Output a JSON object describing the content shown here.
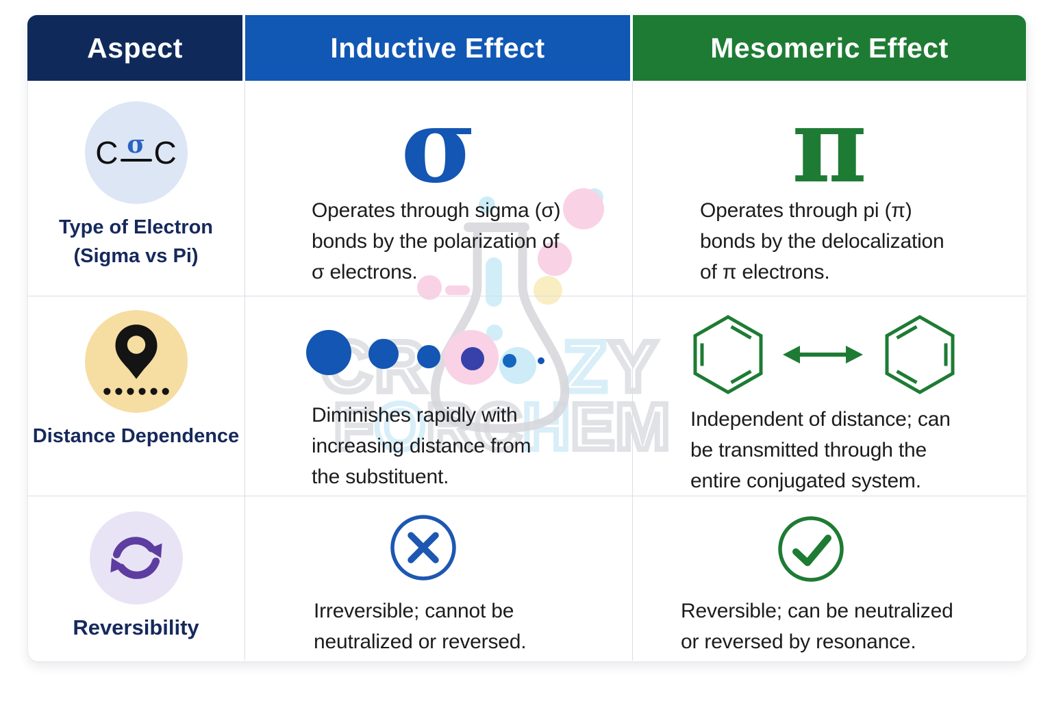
{
  "header": {
    "aspect": "Aspect",
    "inductive": "Inductive Effect",
    "mesomeric": "Mesomeric Effect"
  },
  "rows": [
    {
      "aspect": {
        "label_lines": [
          "Type of Electron",
          "(Sigma vs Pi)"
        ],
        "icon": {
          "name": "sigma-bond-icon",
          "left_atom": "C",
          "bond_label": "σ",
          "right_atom": "C"
        }
      },
      "inductive": {
        "symbol": "σ",
        "lines": [
          "Operates through sigma (σ)",
          "bonds by the polarization of",
          "σ electrons."
        ]
      },
      "mesomeric": {
        "symbol": "π",
        "lines": [
          "Operates through pi (π)",
          "bonds by the delocalization",
          "of π electrons."
        ]
      }
    },
    {
      "aspect": {
        "label_lines": [
          "Distance Dependence"
        ],
        "icon": {
          "name": "location-pin-icon"
        }
      },
      "inductive": {
        "lines": [
          "Diminishes rapidly with",
          "increasing distance from",
          "the substituent."
        ],
        "dots": {
          "count": 6,
          "meaning": "diminishing effect with distance"
        }
      },
      "mesomeric": {
        "lines": [
          "Independent of distance; can",
          "be transmitted through the",
          "entire conjugated system."
        ]
      }
    },
    {
      "aspect": {
        "label_lines": [
          "Reversibility"
        ],
        "icon": {
          "name": "cycle-arrows-icon"
        }
      },
      "inductive": {
        "lines": [
          "Irreversible; cannot be",
          "neutralized or reversed."
        ]
      },
      "mesomeric": {
        "lines": [
          "Reversible; can be neutralized",
          "or reversed by resonance."
        ]
      }
    }
  ],
  "watermark": {
    "top_letters": [
      {
        "ch": "C",
        "tone": "gray"
      },
      {
        "ch": "R",
        "tone": "gray"
      },
      {
        "ch": "Z",
        "tone": "cyan"
      },
      {
        "ch": "Y",
        "tone": "gray"
      }
    ],
    "bottom_letters": [
      {
        "ch": "F",
        "tone": "gray"
      },
      {
        "ch": "O",
        "tone": "cyan"
      },
      {
        "ch": "R",
        "tone": "gray"
      },
      {
        "ch": "C",
        "tone": "gray"
      },
      {
        "ch": "H",
        "tone": "cyan"
      },
      {
        "ch": "E",
        "tone": "gray"
      },
      {
        "ch": "M",
        "tone": "gray"
      }
    ]
  },
  "colors": {
    "aspect_header_bg": "#0f2a5a",
    "inductive_header_bg": "#1157b4",
    "mesomeric_header_bg": "#1e7b34",
    "header_text": "#ffffff",
    "label_navy": "#16295c",
    "body_text": "#1c1c1e",
    "accent_blue": "#1356b3",
    "accent_indigo": "#3642a9",
    "accent_green": "#1e7b34",
    "cycle_purple": "#5d3da0",
    "sigma_circle_bg": "#dce6f5",
    "pin_circle_bg": "#f6dda2",
    "cycle_circle_bg": "#e9e4f5",
    "grid_line": "#d9dde4",
    "watermark_gray": "#dcdde1",
    "watermark_cyan": "#d2ecf7",
    "watermark_pink": "#f9d2e6",
    "watermark_yellow": "#f9edc2"
  }
}
